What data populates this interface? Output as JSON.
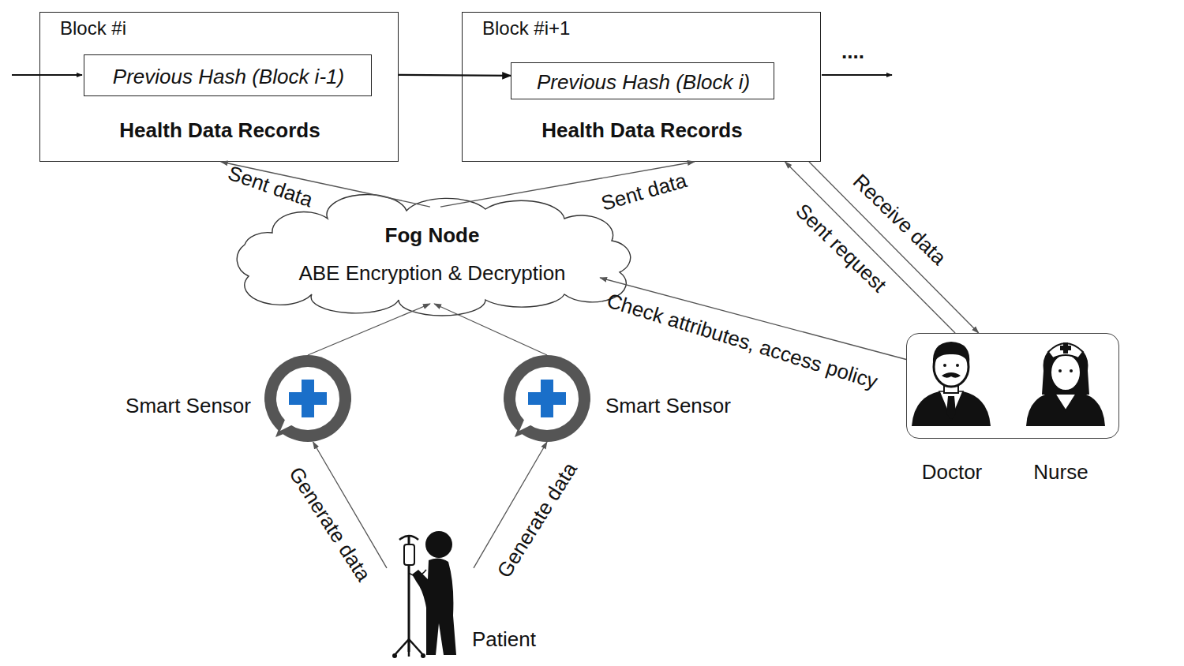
{
  "diagram": {
    "nodes": [
      {
        "text": [
          "Block #i",
          "Health Data Records"
        ]
      },
      {
        "text": [
          "Previous Hash (Block i-1)"
        ],
        "in": 0
      },
      {
        "text": [
          "Block #i+1",
          "Health Data Records"
        ]
      },
      {
        "text": [
          "Previous Hash (Block i)"
        ],
        "in": 2
      },
      {
        "text": [
          "Fog Node",
          "ABE Encryption & Decryption"
        ]
      },
      {
        "text": [
          "Smart Sensor"
        ]
      },
      {
        "text": [
          "Smart Sensor"
        ]
      },
      {
        "text": [
          "Patient"
        ]
      },
      {
        "text": [
          "Doctor",
          "Nurse"
        ]
      }
    ],
    "edges": [
      {
        "from": 0,
        "to": 3,
        "arrow": "to"
      },
      {
        "from": 4,
        "to": 0,
        "label": "Sent data",
        "arrow": "to"
      },
      {
        "from": 4,
        "to": 2,
        "label": "Sent data",
        "arrow": "to"
      },
      {
        "from": 5,
        "to": 4,
        "arrow": "to"
      },
      {
        "from": 6,
        "to": 4,
        "arrow": "to"
      },
      {
        "from": 7,
        "to": 5,
        "label": "Generate data",
        "arrow": "to"
      },
      {
        "from": 7,
        "to": 6,
        "label": "Generate data",
        "arrow": "to"
      },
      {
        "from": 8,
        "to": 2,
        "label": "Sent request",
        "arrow": "to"
      },
      {
        "from": 2,
        "to": 8,
        "label": "Receive data",
        "arrow": "to"
      },
      {
        "from": 8,
        "to": 4,
        "label": "Check attributes, access policy",
        "arrow": "to"
      }
    ],
    "labels": [
      "...."
    ]
  }
}
